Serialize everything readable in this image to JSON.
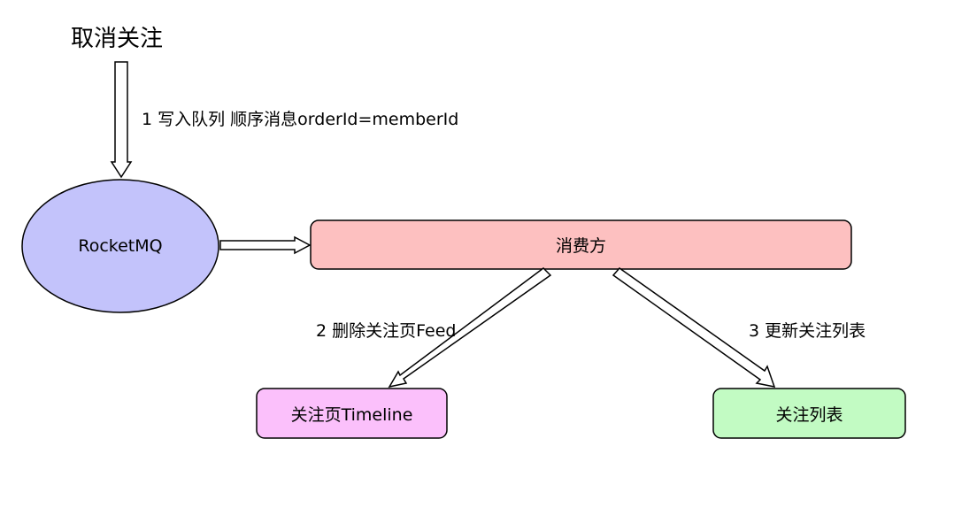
{
  "title": "取消关注",
  "edges": {
    "write_queue": "1 写入队列 顺序消息orderId=memberId",
    "delete_feed": "2 删除关注页Feed",
    "update_list": "3 更新关注列表"
  },
  "nodes": {
    "rocketmq": "RocketMQ",
    "consumer": "消费方",
    "timeline": "关注页Timeline",
    "follow_list": "关注列表"
  },
  "colors": {
    "rocketmq_fill": "#c3c3fb",
    "consumer_fill": "#fdc0c0",
    "timeline_fill": "#fbc0fb",
    "follow_list_fill": "#c2fbc3",
    "stroke": "#000000"
  }
}
